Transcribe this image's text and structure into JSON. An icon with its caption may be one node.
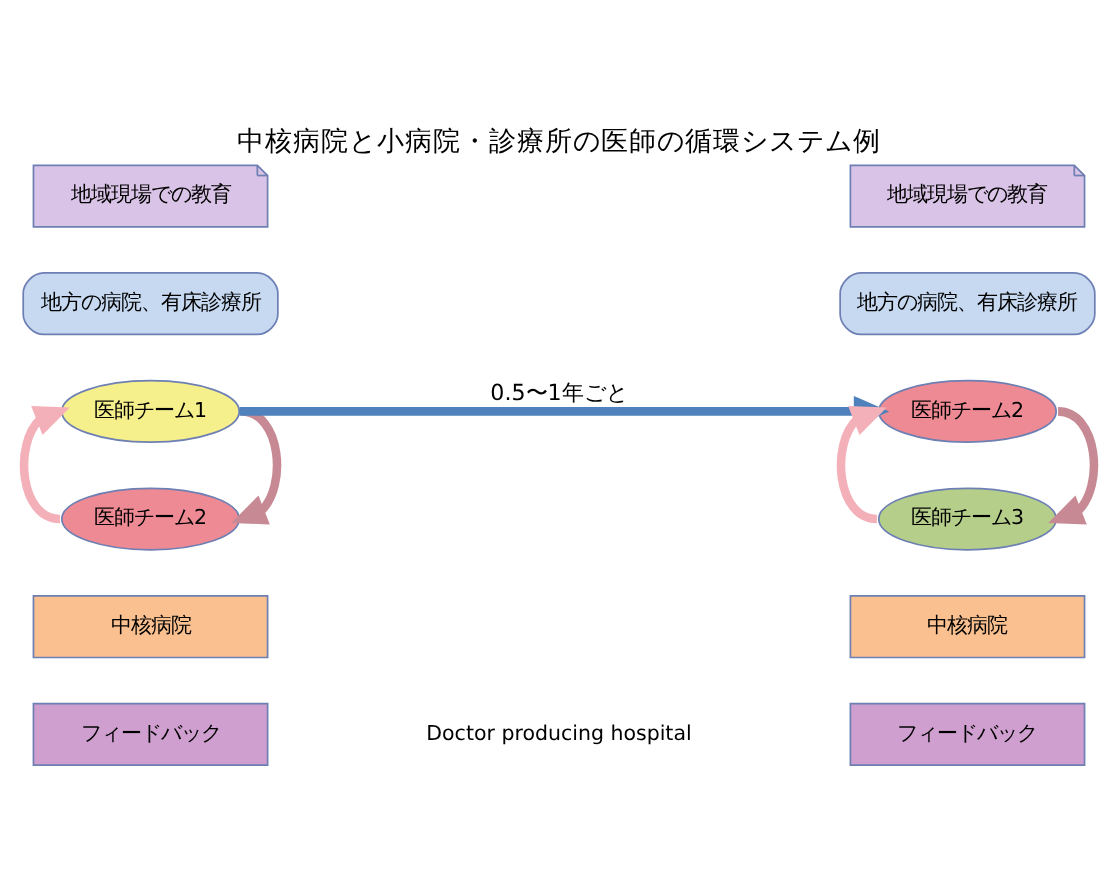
{
  "diagram": {
    "title": "中核病院と小病院・診療所の医師の循環システム例",
    "nodes": [
      {
        "text": [
          "地域現場での教育"
        ]
      },
      {
        "text": [
          "地方の病院、有床診療所"
        ]
      },
      {
        "text": [
          "医師チーム1"
        ]
      },
      {
        "text": [
          "医師チーム2"
        ]
      },
      {
        "text": [
          "中核病院"
        ]
      },
      {
        "text": [
          "フィードバック"
        ]
      },
      {
        "text": [
          "地域現場での教育"
        ]
      },
      {
        "text": [
          "地方の病院、有床診療所"
        ]
      },
      {
        "text": [
          "医師チーム2"
        ]
      },
      {
        "text": [
          "医師チーム3"
        ]
      },
      {
        "text": [
          "中核病院"
        ]
      },
      {
        "text": [
          "フィードバック"
        ]
      }
    ],
    "edges": [
      {
        "from": 3,
        "to": 2,
        "arrow": "to",
        "color": "#f4b0b8"
      },
      {
        "from": 2,
        "to": 3,
        "arrow": "to",
        "color": "#c78a94"
      },
      {
        "from": 2,
        "to": 8,
        "arrow": "to",
        "label": "0.5〜1年ごと",
        "color": "#4f81bd"
      },
      {
        "from": 9,
        "to": 8,
        "arrow": "to",
        "color": "#f4b0b8"
      },
      {
        "from": 8,
        "to": 9,
        "arrow": "to",
        "color": "#c78a94"
      }
    ],
    "labels": [
      "Doctor producing hospital"
    ]
  }
}
